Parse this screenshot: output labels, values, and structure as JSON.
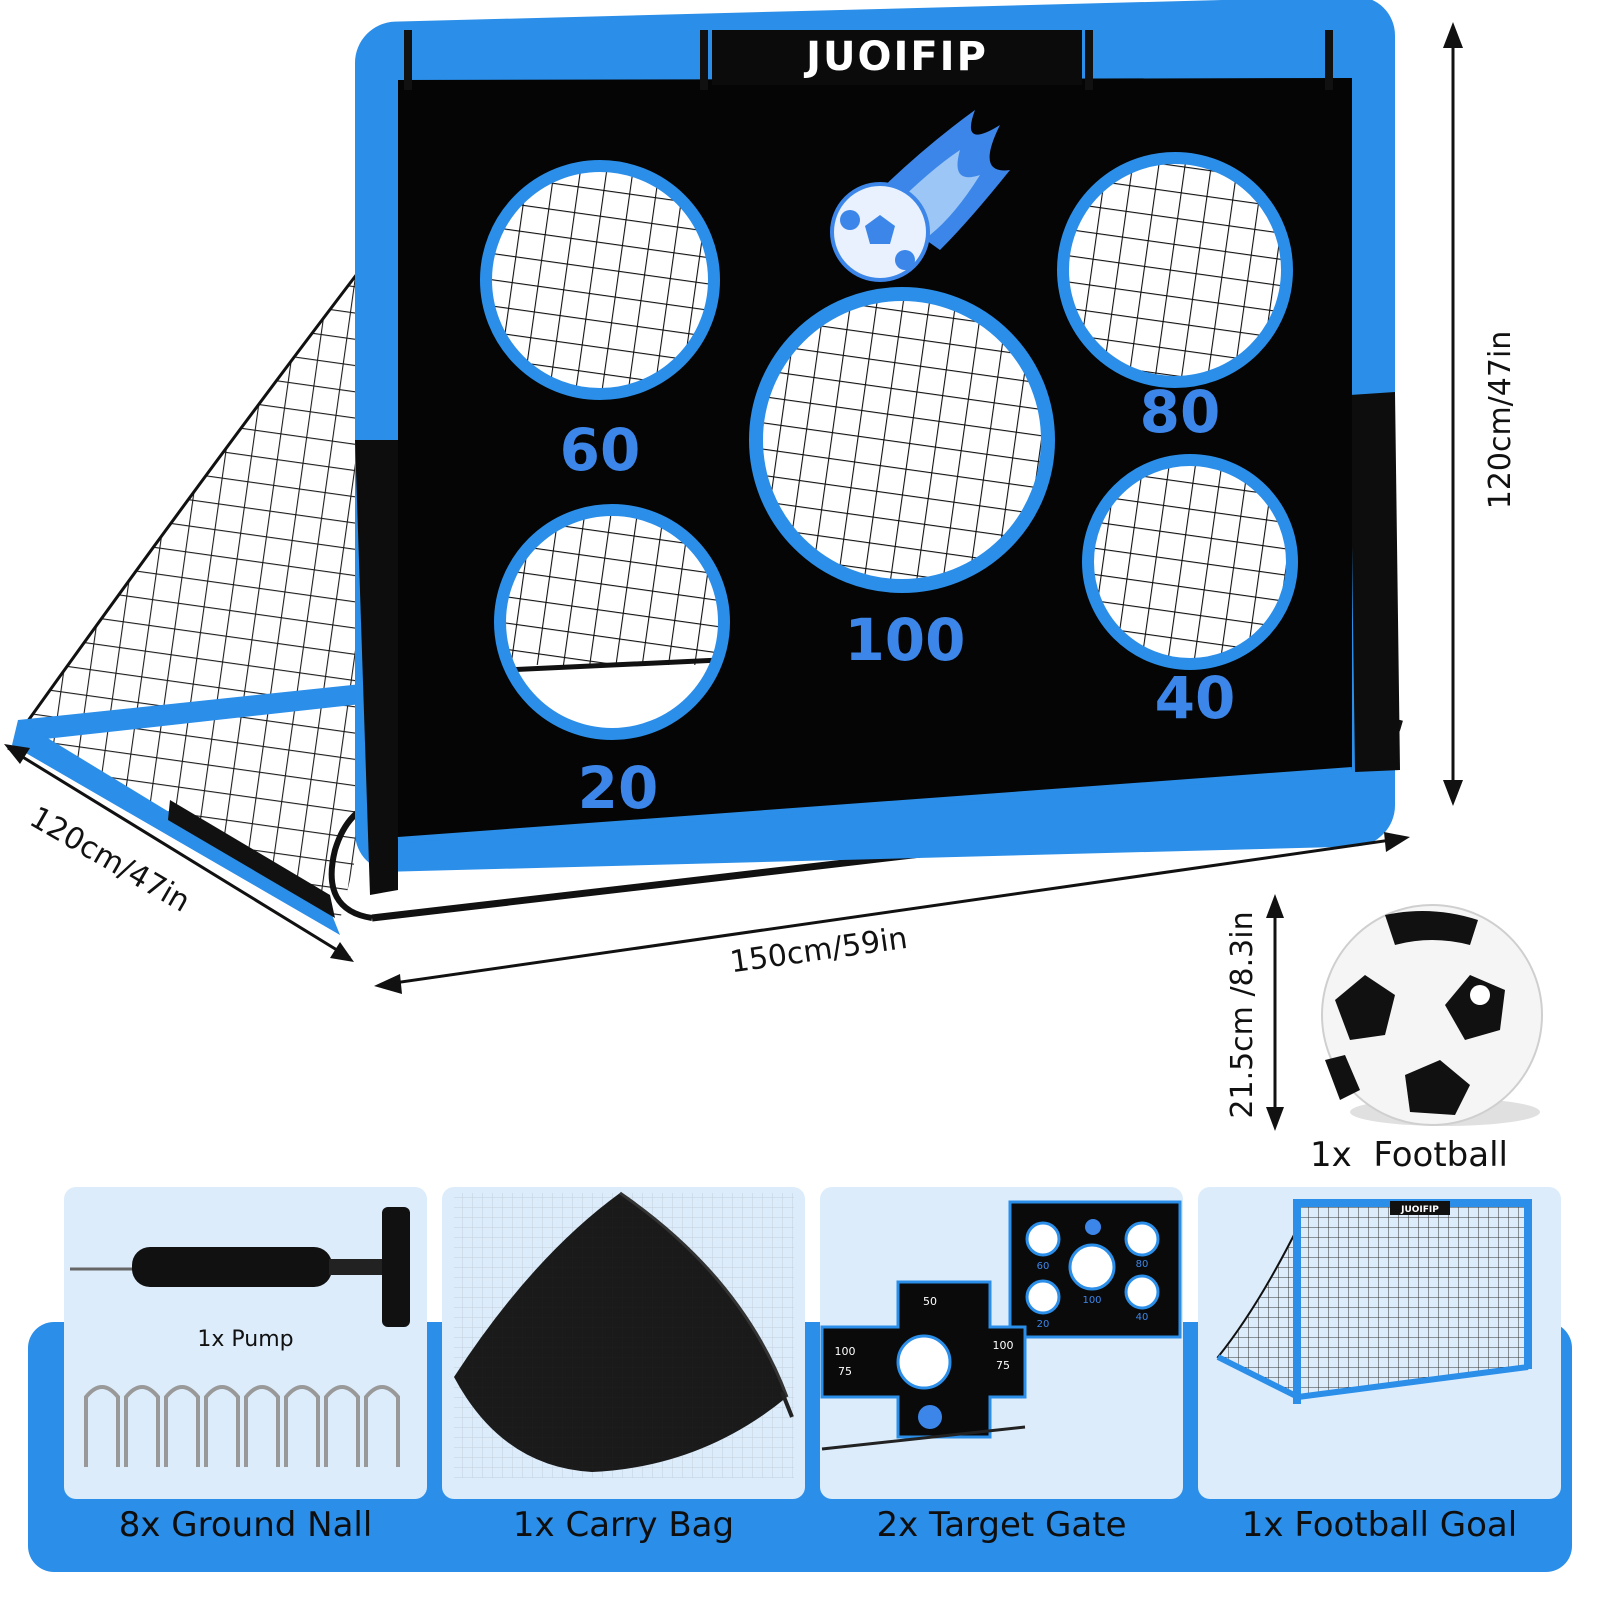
{
  "brand": "JUOIFIP",
  "target_scores": [
    "60",
    "80",
    "100",
    "20",
    "40"
  ],
  "dimensions": {
    "height": "120cm/47in",
    "depth": "120cm/47in",
    "width": "150cm/59in",
    "ball": "21.5cm /8.3in"
  },
  "football_label": "1x  Football",
  "accessories": [
    {
      "caption": "8x Ground Nall"
    },
    {
      "caption": "1x Carry Bag"
    },
    {
      "caption": "2x Target Gate"
    },
    {
      "caption": "1x Football Goal"
    }
  ],
  "pump_label": "1x Pump",
  "mini_target_scores": {
    "gate_a": [
      "60",
      "80",
      "100",
      "20",
      "40"
    ],
    "gate_b": [
      "50",
      "100",
      "75",
      "100",
      "75"
    ]
  },
  "colors": {
    "frame_blue": "#2b8ee8",
    "score_blue": "#3c86ea",
    "panel_black": "#050505",
    "card_bg": "#dcecfb"
  }
}
